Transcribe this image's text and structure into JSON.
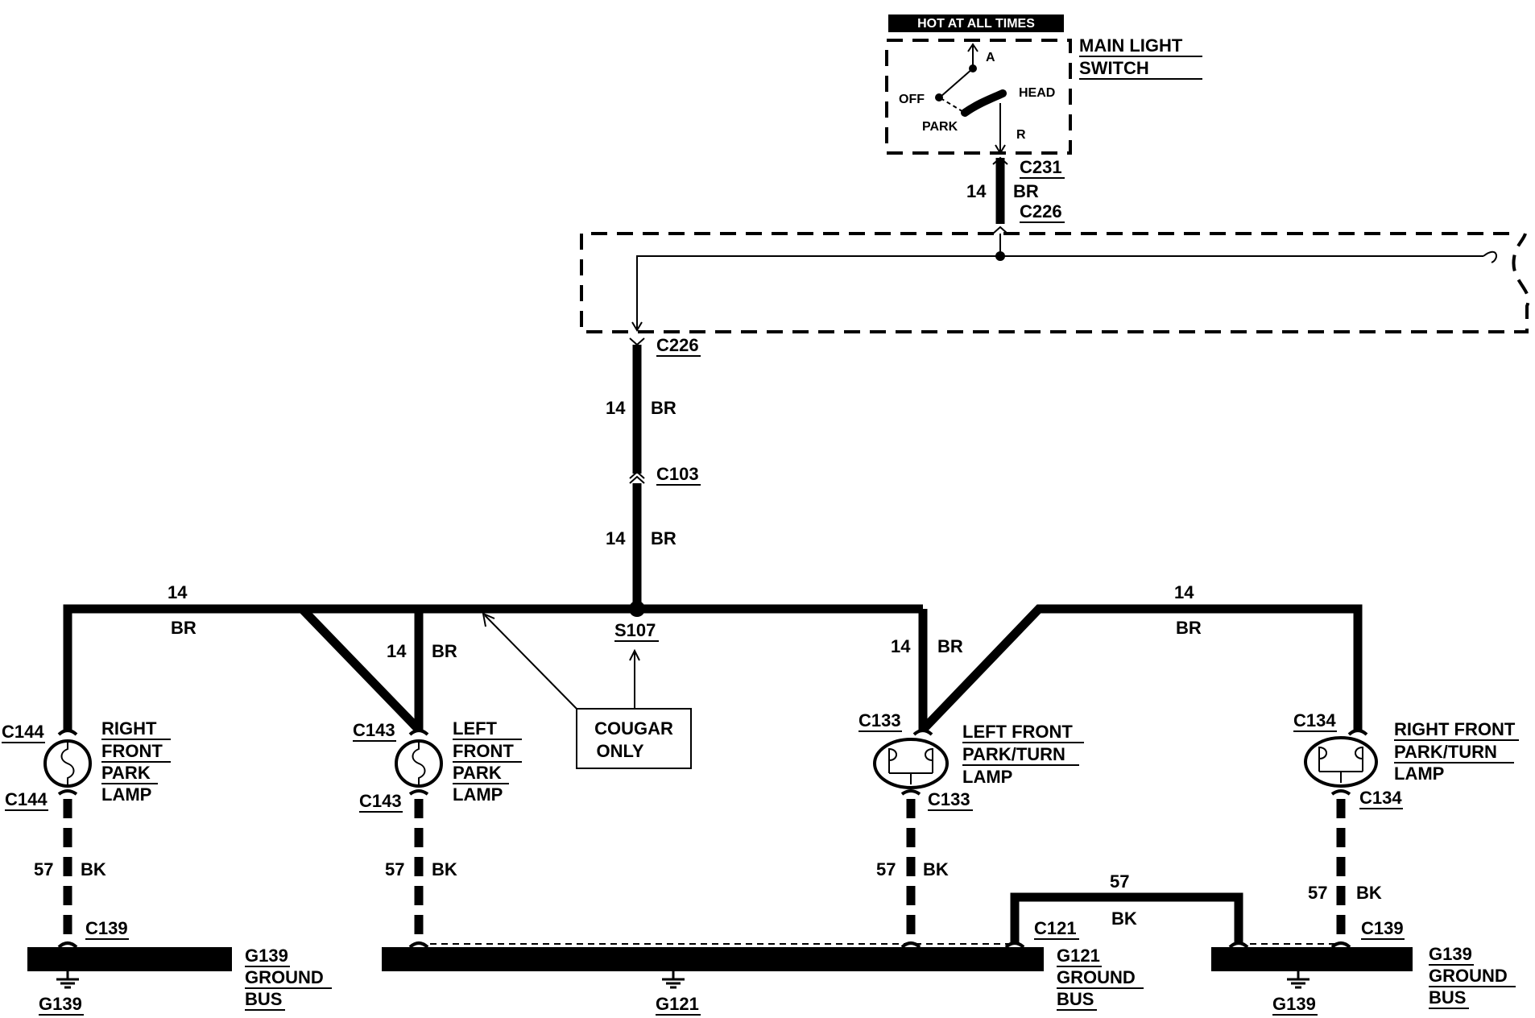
{
  "switch": {
    "banner": "HOT AT ALL TIMES",
    "title_line1": "MAIN LIGHT",
    "title_line2": "SWITCH",
    "pos_a": "A",
    "pos_off": "OFF",
    "pos_head": "HEAD",
    "pos_park": "PARK",
    "pos_r": "R"
  },
  "connectors": {
    "c231": "C231",
    "c226_top": "C226",
    "c226_bottom": "C226",
    "c103": "C103",
    "s107": "S107",
    "c144_top": "C144",
    "c144_bottom": "C144",
    "c143_top": "C143",
    "c143_bottom": "C143",
    "c133_top": "C133",
    "c133_bottom": "C133",
    "c134_top": "C134",
    "c134_bottom": "C134",
    "c139_left": "C139",
    "c121": "C121",
    "c139_right": "C139"
  },
  "wires": {
    "w1_gauge": "14",
    "w1_color": "BR",
    "w2_gauge": "14",
    "w2_color": "BR",
    "w3_gauge": "14",
    "w3_color": "BR",
    "w4_gauge": "14",
    "w4_color": "BR",
    "w5_gauge": "14",
    "w5_color": "BR",
    "w6_gauge": "14",
    "w6_color": "BR",
    "w7_gauge": "14",
    "w7_color": "BR",
    "g1_gauge": "57",
    "g1_color": "BK",
    "g2_gauge": "57",
    "g2_color": "BK",
    "g3_gauge": "57",
    "g3_color": "BK",
    "g4_gauge": "57",
    "g4_color": "BK",
    "g5_gauge": "57",
    "g5_color": "BK"
  },
  "note": {
    "line1": "COUGAR",
    "line2": "ONLY"
  },
  "lamps": {
    "right_front_park": [
      "RIGHT",
      "FRONT",
      "PARK",
      "LAMP"
    ],
    "left_front_park": [
      "LEFT",
      "FRONT",
      "PARK",
      "LAMP"
    ],
    "left_front_park_turn": [
      "LEFT FRONT",
      "PARK/TURN",
      "LAMP"
    ],
    "right_front_park_turn": [
      "RIGHT FRONT",
      "PARK/TURN",
      "LAMP"
    ]
  },
  "grounds": {
    "g139_left_bus": [
      "G139",
      "GROUND",
      "BUS"
    ],
    "g139_left_sym": "G139",
    "g121_bus": [
      "G121",
      "GROUND",
      "BUS"
    ],
    "g121_sym": "G121",
    "g139_right_bus": [
      "G139",
      "GROUND",
      "BUS"
    ],
    "g139_right_sym": "G139"
  }
}
